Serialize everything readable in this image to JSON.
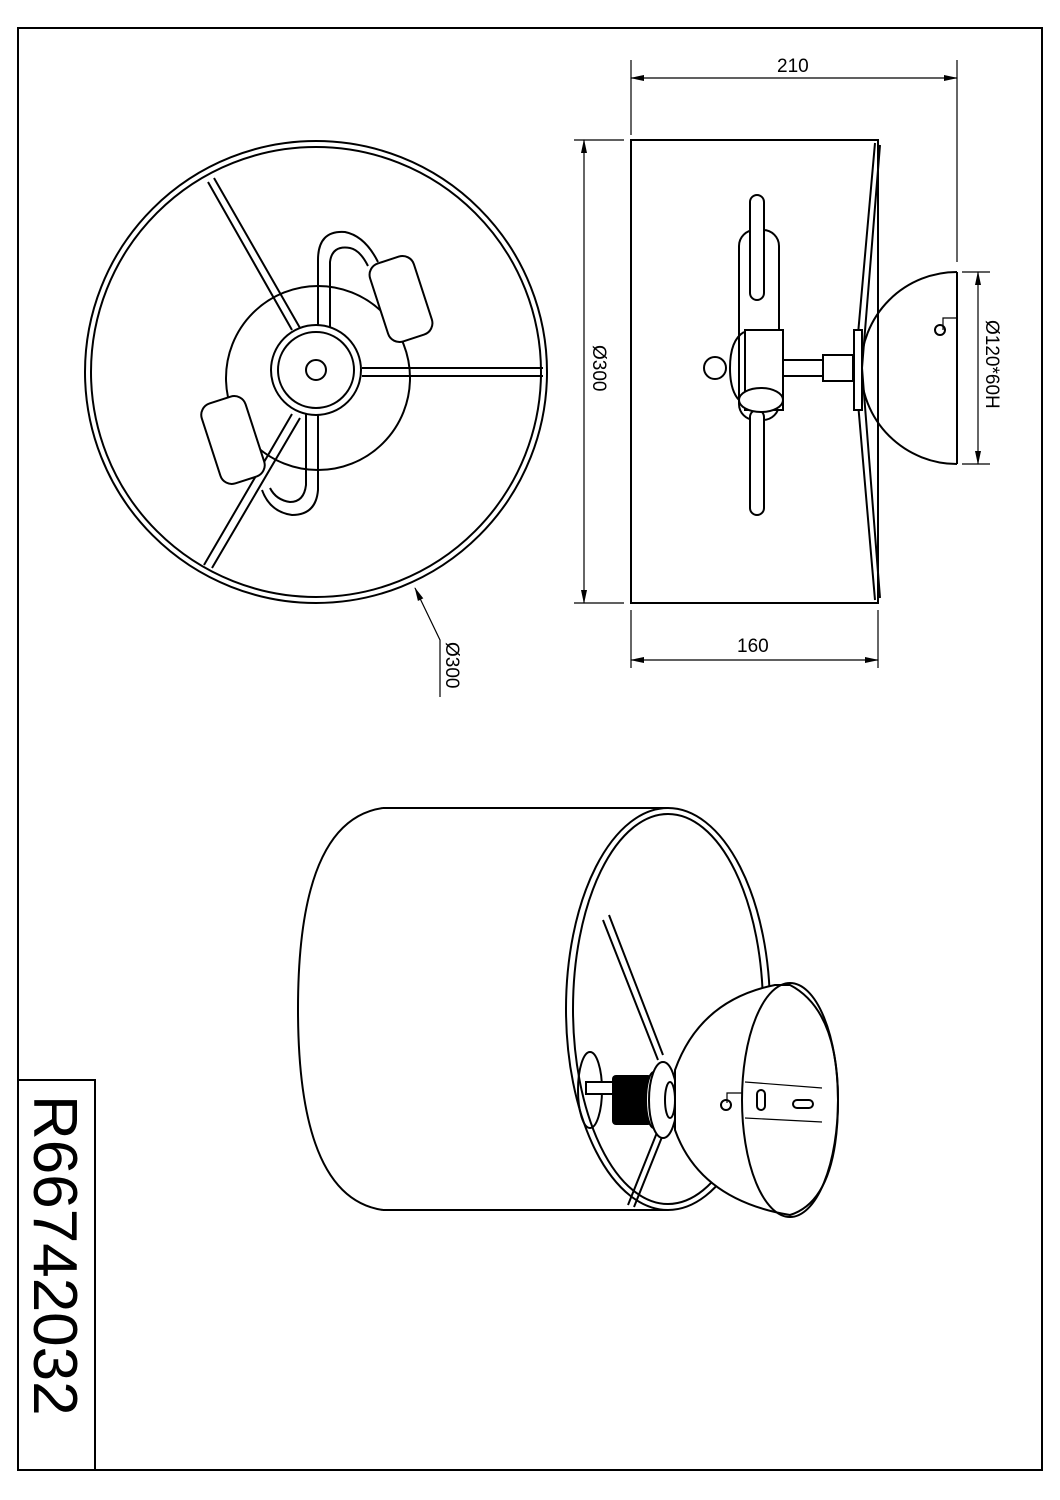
{
  "drawing": {
    "product_code": "R66742032",
    "top_view": {
      "diameter_label": "Ø300"
    },
    "side_view": {
      "overall_depth_label": "210",
      "shade_depth_label": "160",
      "shade_diameter_label": "Ø300",
      "canopy_label": "Ø120*60H"
    }
  }
}
